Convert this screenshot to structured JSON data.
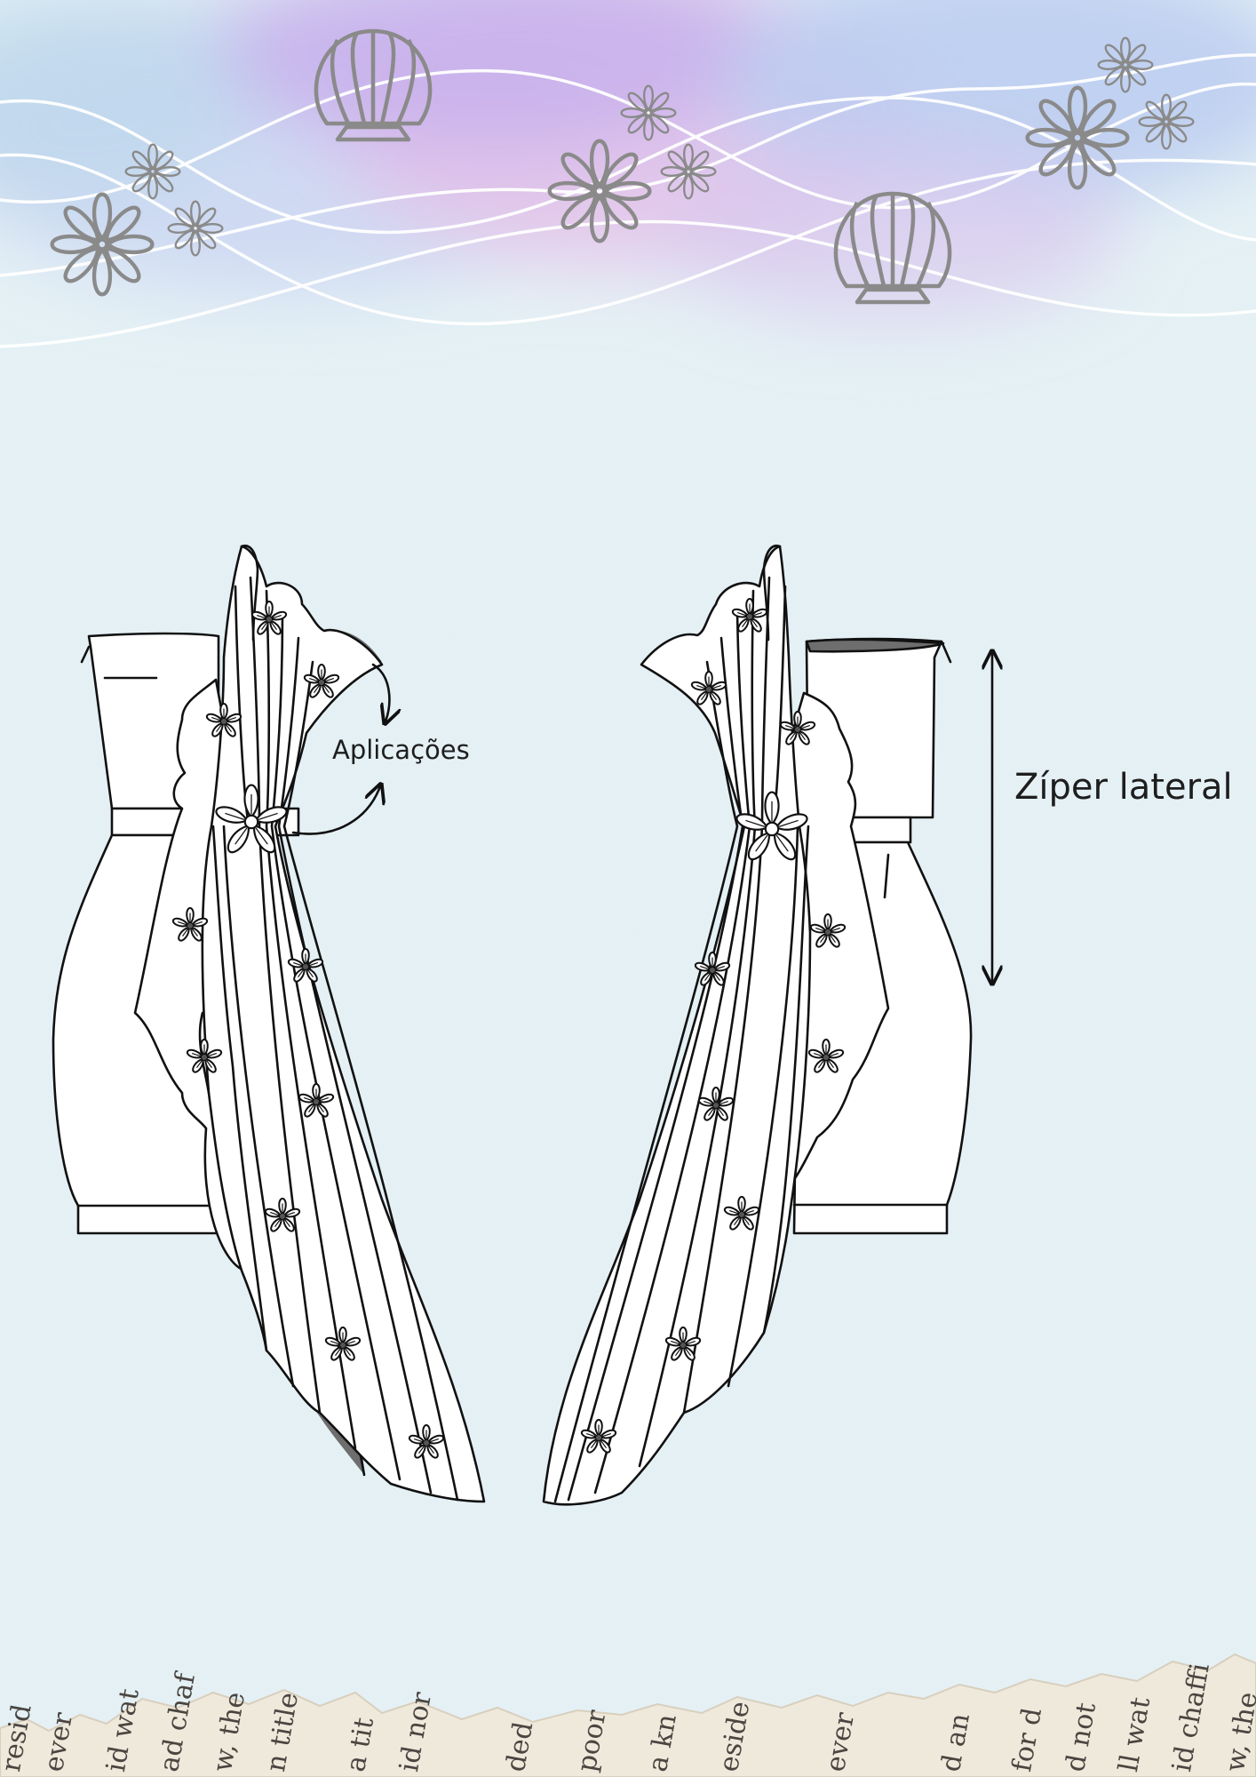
{
  "annotations": {
    "appliques_label": "Aplicações",
    "zipper_label": "Zíper lateral"
  },
  "newspaper_fragments": [
    "resid",
    "ever",
    "id wat",
    "ad chaf",
    "w, the",
    "n title",
    "a tit",
    "id nor",
    "ded",
    "poor",
    "a kn",
    "eside",
    "ever",
    "d an",
    "for d",
    "d not",
    "ll wat",
    "id chaffi",
    "w, the"
  ],
  "colors": {
    "paper": "#e6f2f6",
    "wash_purple": "#c9b4ea",
    "wash_pink": "#e8c3e7",
    "wash_blue": "#bcd0f0",
    "line_art": "#111111",
    "ornament_grey": "#8a8a8a",
    "lining_grey": "#6e6e6e"
  },
  "icons": [
    "seashell-icon",
    "flower-icon",
    "arrow-icon"
  ]
}
